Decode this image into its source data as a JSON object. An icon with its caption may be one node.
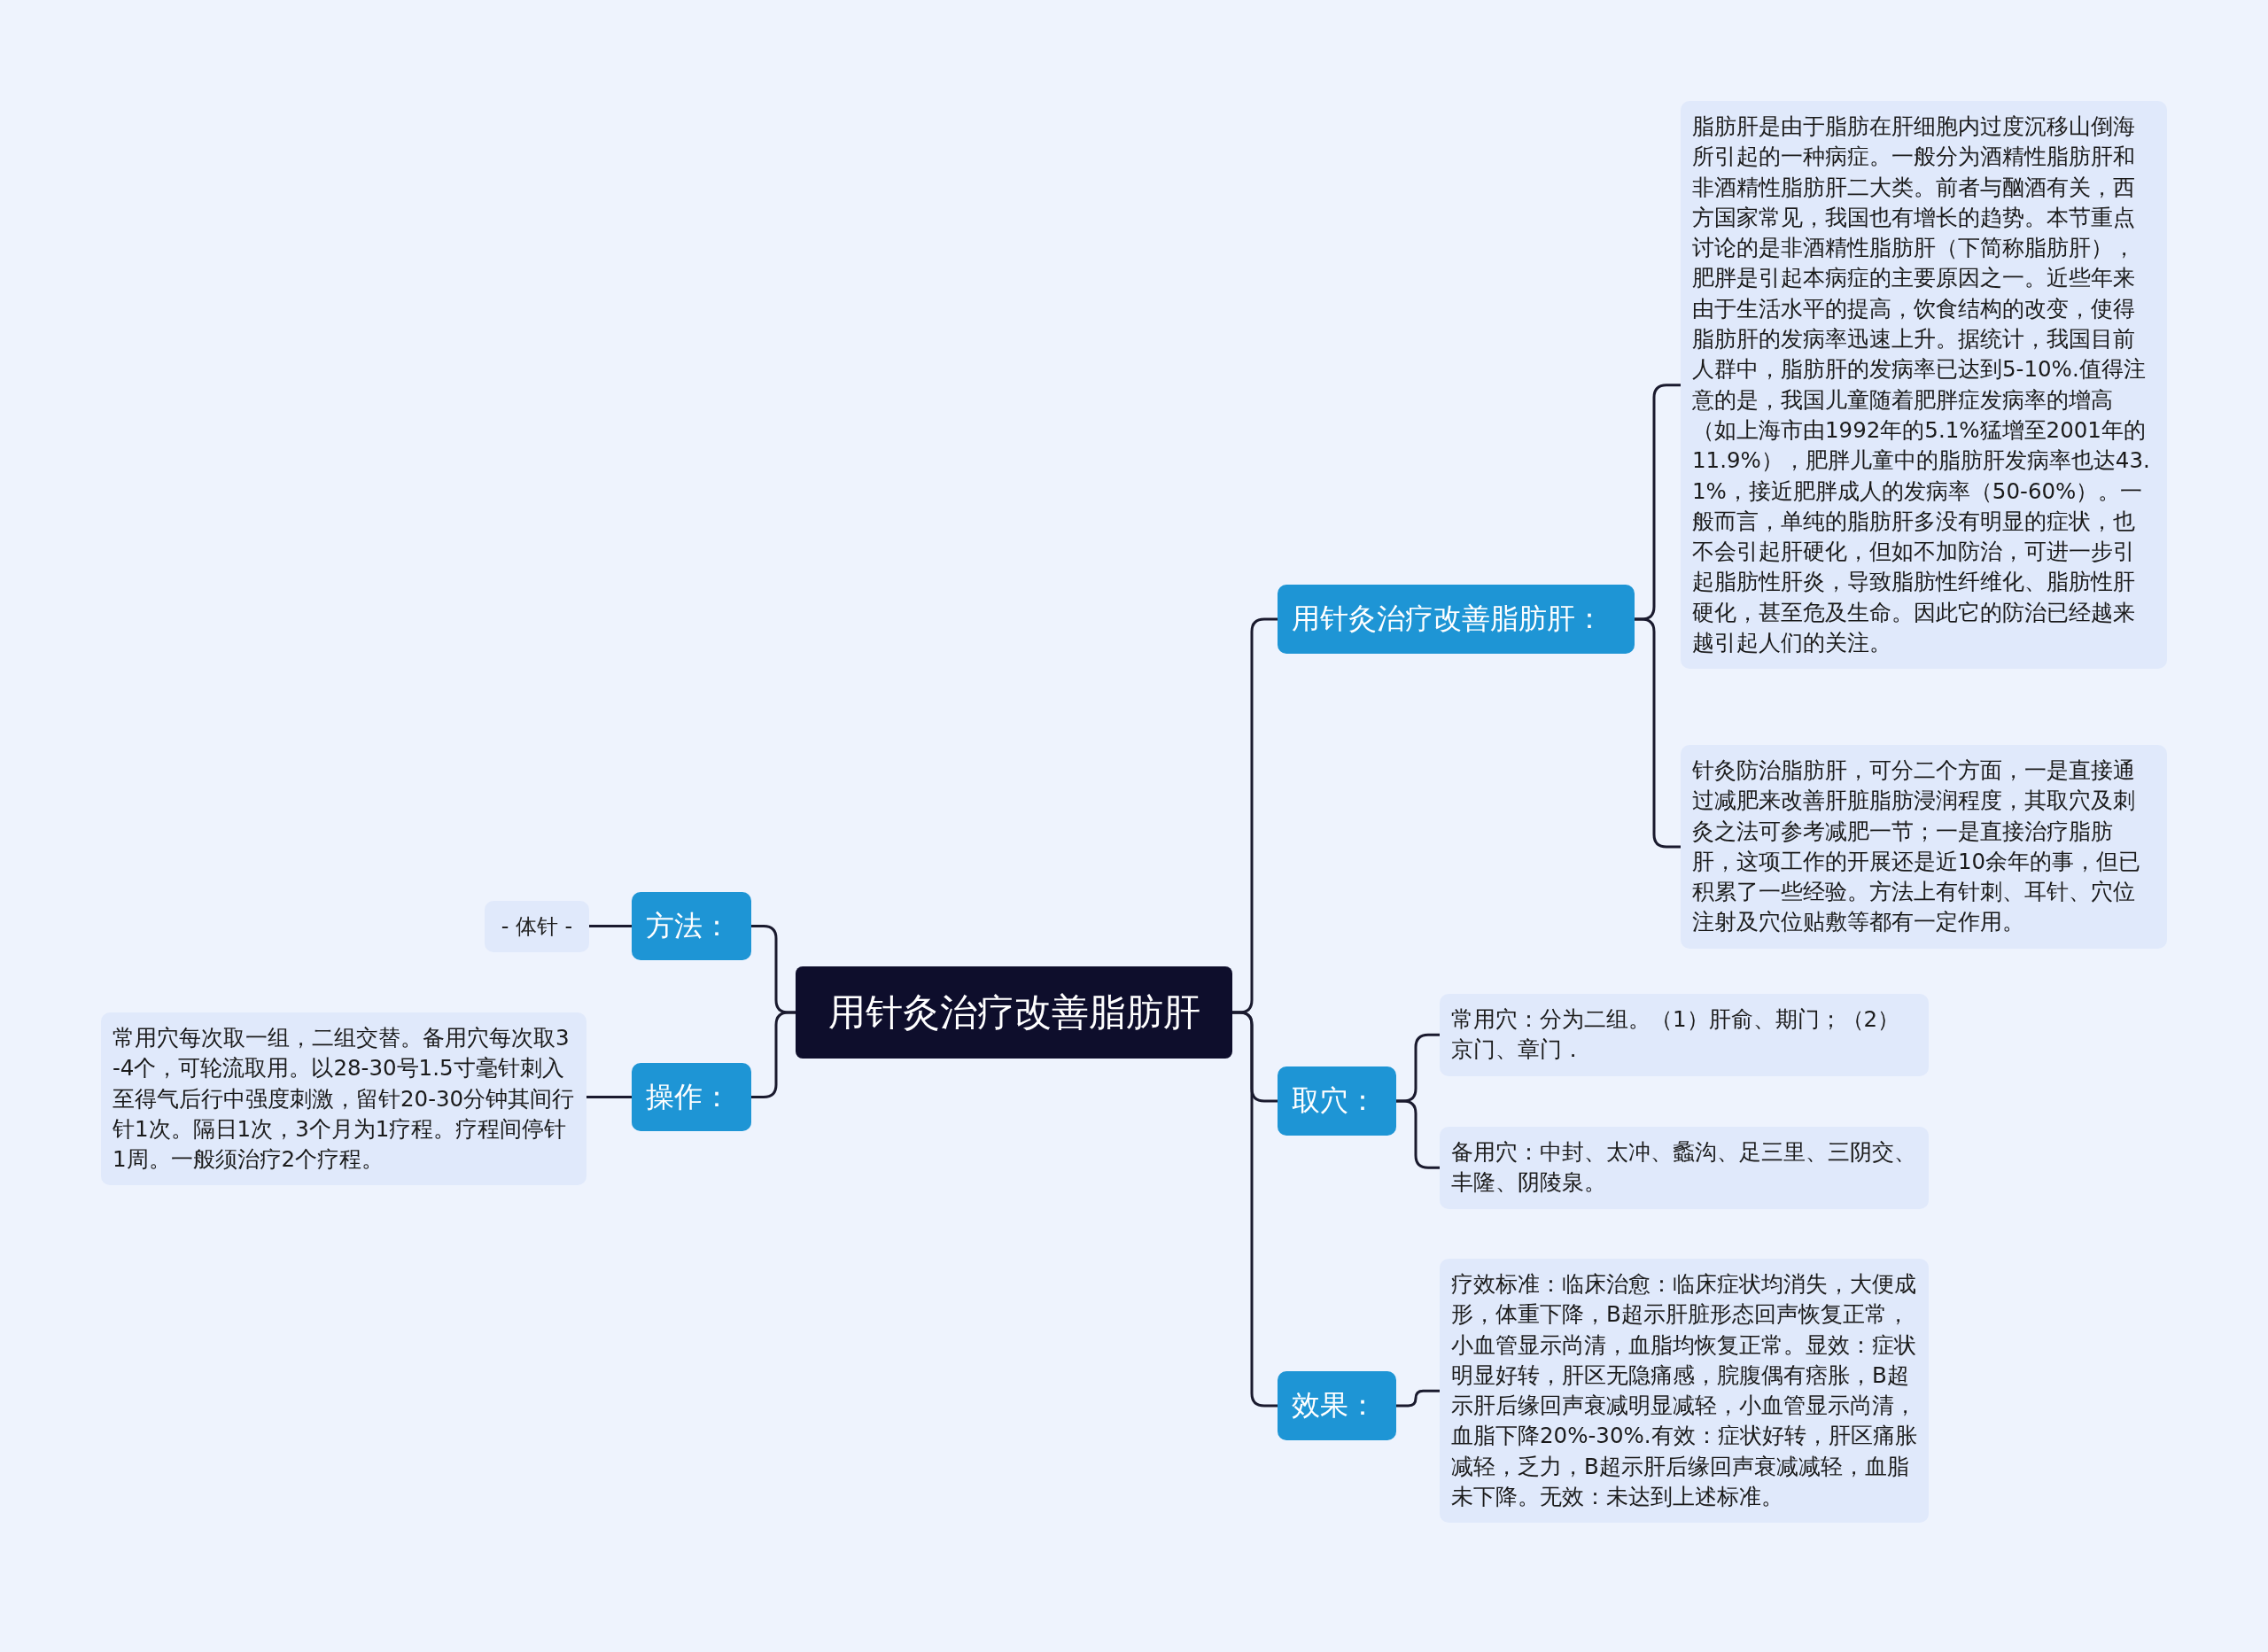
{
  "diagram": {
    "nodes": [
      {
        "text": [
          "用针灸治疗改善脂肪肝"
        ]
      },
      {
        "text": [
          "用针灸治疗改善脂肪肝："
        ]
      },
      {
        "text": [
          "脂肪肝是由于脂肪在肝细胞内过度沉移山倒海所引起的一种病症。一般分为酒精性脂肪肝和非酒精性脂肪肝二大类。前者与酗酒有关，西方国家常见，我国也有增长的趋势。本节重点讨论的是非酒精性脂肪肝（下简称脂肪肝），肥胖是引起本病症的主要原因之一。近些年来由于生活水平的提高，饮食结构的改变，使得脂肪肝的发病率迅速上升。据统计，我国目前人群中，脂肪肝的发病率已达到5-10%.值得注意的是，我国儿童随着肥胖症发病率的增高（如上海市由1992年的5.1%猛增至2001年的11.9%），肥胖儿童中的脂肪肝发病率也达43.1%，接近肥胖成人的发病率（50-60%）。一般而言，单纯的脂肪肝多没有明显的症状，也不会引起肝硬化，但如不加防治，可进一步引起脂肪性肝炎，导致脂肪性纤维化、脂肪性肝硬化，甚至危及生命。因此它的防治已经越来越引起人们的关注。"
        ]
      },
      {
        "text": [
          "针灸防治脂肪肝，可分二个方面，一是直接通过减肥来改善肝脏脂肪浸润程度，其取穴及刺灸之法可参考减肥一节；一是直接治疗脂肪肝，这项工作的开展还是近10余年的事，但已积累了一些经验。方法上有针刺、耳针、穴位注射及穴位贴敷等都有一定作用。"
        ]
      },
      {
        "text": [
          "取穴："
        ]
      },
      {
        "text": [
          "常用穴：分为二组。（1）肝俞、期门；（2）京门、章门．"
        ]
      },
      {
        "text": [
          "备用穴：中封、太冲、蠡沟、足三里、三阴交、丰隆、阴陵泉。"
        ]
      },
      {
        "text": [
          "效果："
        ]
      },
      {
        "text": [
          "疗效标准：临床治愈：临床症状均消失，大便成形，体重下降，B超示肝脏形态回声恢复正常，小血管显示尚清，血脂均恢复正常。显效：症状明显好转，肝区无隐痛感，脘腹偶有痞胀，B超示肝后缘回声衰减明显减轻，小血管显示尚清，血脂下降20%-30%.有效：症状好转，肝区痛胀减轻，乏力，B超示肝后缘回声衰减减轻，血脂未下降。无效：未达到上述标准。"
        ]
      },
      {
        "text": [
          "方法："
        ]
      },
      {
        "text": [
          "- 体针 -"
        ]
      },
      {
        "text": [
          "操作："
        ]
      },
      {
        "text": [
          "常用穴每次取一组，二组交替。备用穴每次取3-4个，可轮流取用。以28-30号1.5寸毫针刺入至得气后行中强度刺激，留针20-30分钟其间行针1次。隔日1次，3个月为1疗程。疗程间停针1周。一般须治疗2个疗程。"
        ]
      }
    ],
    "edges": [
      {
        "from": 0,
        "to": 1,
        "arrow": "none"
      },
      {
        "from": 1,
        "to": 2,
        "arrow": "none"
      },
      {
        "from": 1,
        "to": 3,
        "arrow": "none"
      },
      {
        "from": 0,
        "to": 4,
        "arrow": "none"
      },
      {
        "from": 4,
        "to": 5,
        "arrow": "none"
      },
      {
        "from": 4,
        "to": 6,
        "arrow": "none"
      },
      {
        "from": 0,
        "to": 7,
        "arrow": "none"
      },
      {
        "from": 7,
        "to": 8,
        "arrow": "none"
      },
      {
        "from": 0,
        "to": 9,
        "arrow": "none"
      },
      {
        "from": 9,
        "to": 10,
        "arrow": "none"
      },
      {
        "from": 0,
        "to": 11,
        "arrow": "none"
      },
      {
        "from": 11,
        "to": 12,
        "arrow": "none"
      }
    ]
  }
}
